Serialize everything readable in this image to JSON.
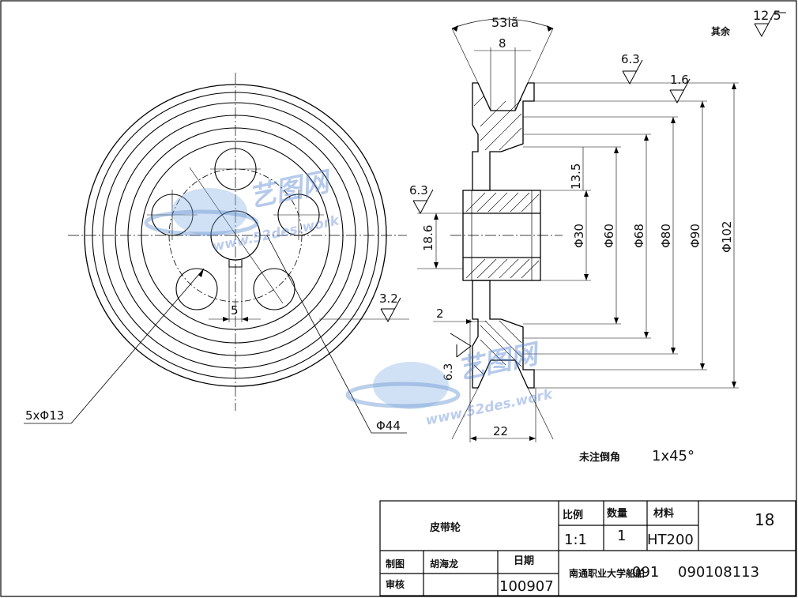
{
  "surface_finish": {
    "general_value": "12.5",
    "general_label": "其余",
    "top_right_face": "6.3",
    "outer_rim": "1.6",
    "hub_bore": "6.3",
    "front_face": "3.2",
    "groove_side": "6.3"
  },
  "front_view": {
    "dim_keyway_5": "5",
    "hole_callout": "5xΦ13",
    "pitch_circle": "Φ44"
  },
  "section_view": {
    "groove_angle": "53iã",
    "groove_width": "8",
    "bore_depth": "13.5",
    "hub_height": "18.6",
    "offset_2": "2",
    "width_22": "22",
    "diam_30": "Φ30",
    "diam_60": "Φ60",
    "diam_68": "Φ68",
    "diam_80": "Φ80",
    "diam_90": "Φ90",
    "diam_102": "Φ102"
  },
  "notes": {
    "chamfer_label": "未注倒角",
    "chamfer_value": "1x45°"
  },
  "watermark": {
    "brand": "艺图网",
    "url": "www.52des.work"
  },
  "title_block": {
    "part_name": "皮带轮",
    "sheet_no": "18",
    "scale_label": "比例",
    "scale_value": "1:1",
    "qty_label": "数量",
    "qty_value": "1",
    "material_label": "材料",
    "material_value": "HT200",
    "drawn_label": "制图",
    "drawn_name": "胡海龙",
    "date_label": "日期",
    "date_value": "100907",
    "checked_label": "审核",
    "school": "南通职业大学船舶",
    "class_code": "091",
    "student_no": "090108113"
  }
}
